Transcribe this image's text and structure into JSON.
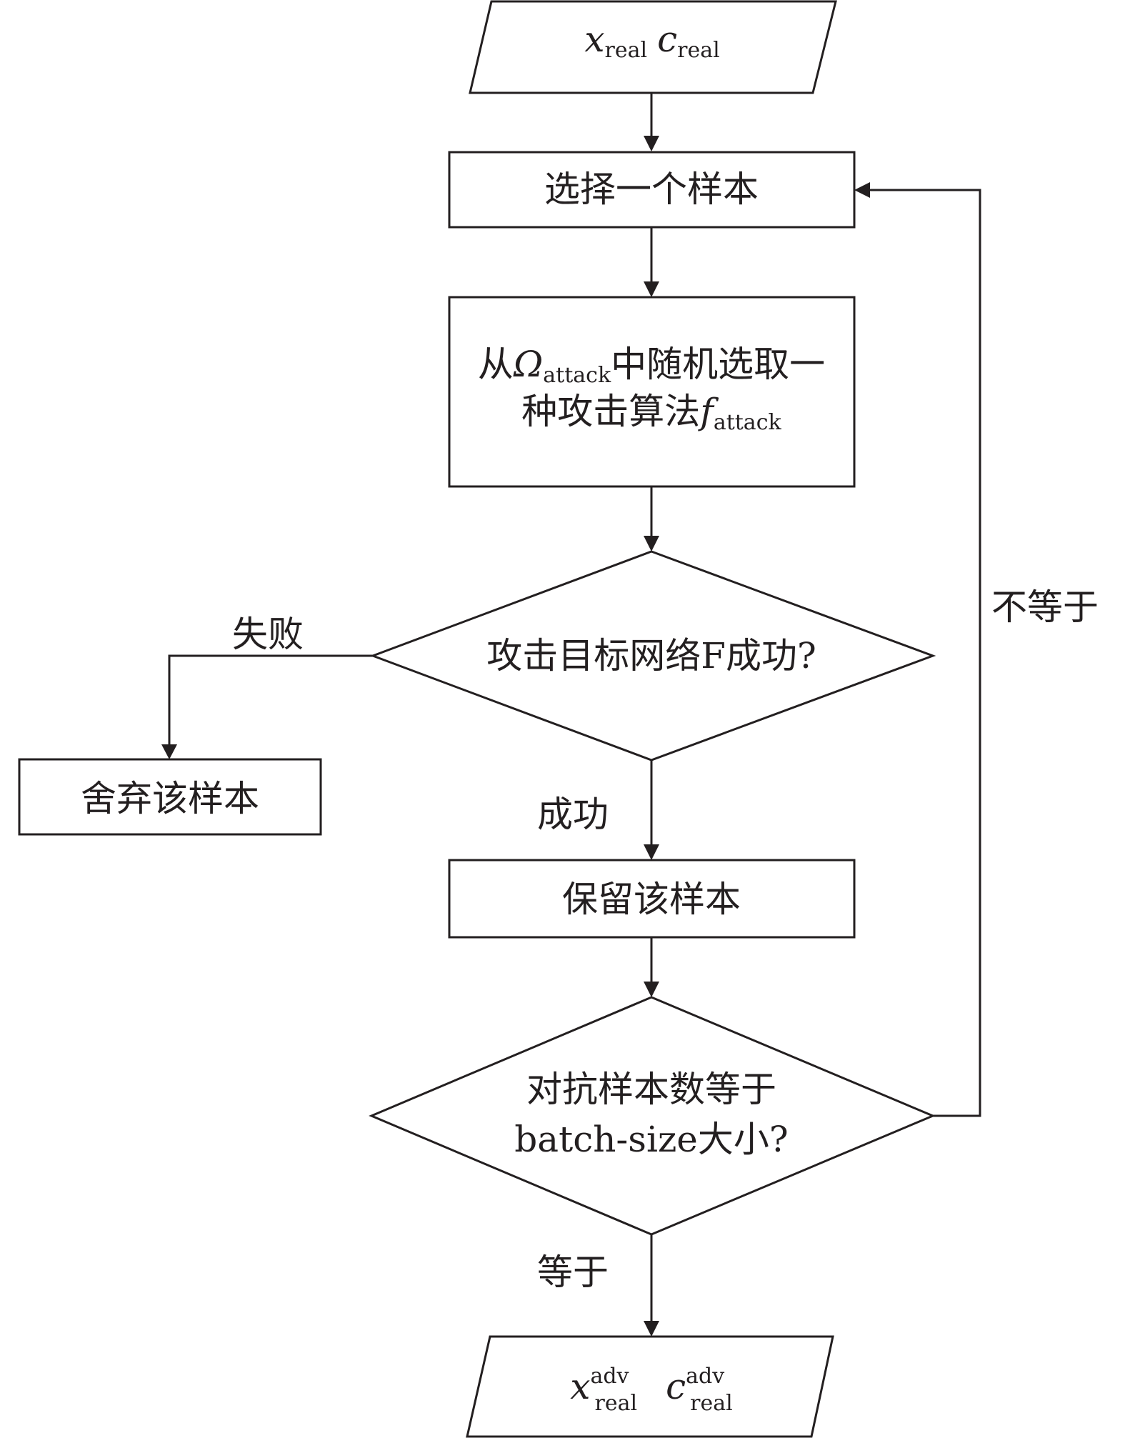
{
  "nodes": {
    "input": {
      "x": "x",
      "x_sub": "real",
      "c": "c",
      "c_sub": "real"
    },
    "select_sample": {
      "label": "选择一个样本"
    },
    "random_attack": {
      "line1_pre": "从",
      "omega": "Ω",
      "omega_sub": "attack",
      "line1_post": "中随机选取一",
      "line2_pre": "种攻击算法",
      "f": "f",
      "f_sub": "attack"
    },
    "attack_success": {
      "label": "攻击目标网络F成功?"
    },
    "discard_sample": {
      "label": "舍弃该样本"
    },
    "keep_sample": {
      "label": "保留该样本"
    },
    "check_count": {
      "line1": "对抗样本数等于",
      "line2": "batch-size大小?"
    },
    "output": {
      "x": "x",
      "x_sup": "adv",
      "x_sub": "real",
      "c": "c",
      "c_sup": "adv",
      "c_sub": "real"
    }
  },
  "edges": {
    "fail_label": "失败",
    "success_label": "成功",
    "not_equal_label": "不等于",
    "equal_label": "等于"
  }
}
